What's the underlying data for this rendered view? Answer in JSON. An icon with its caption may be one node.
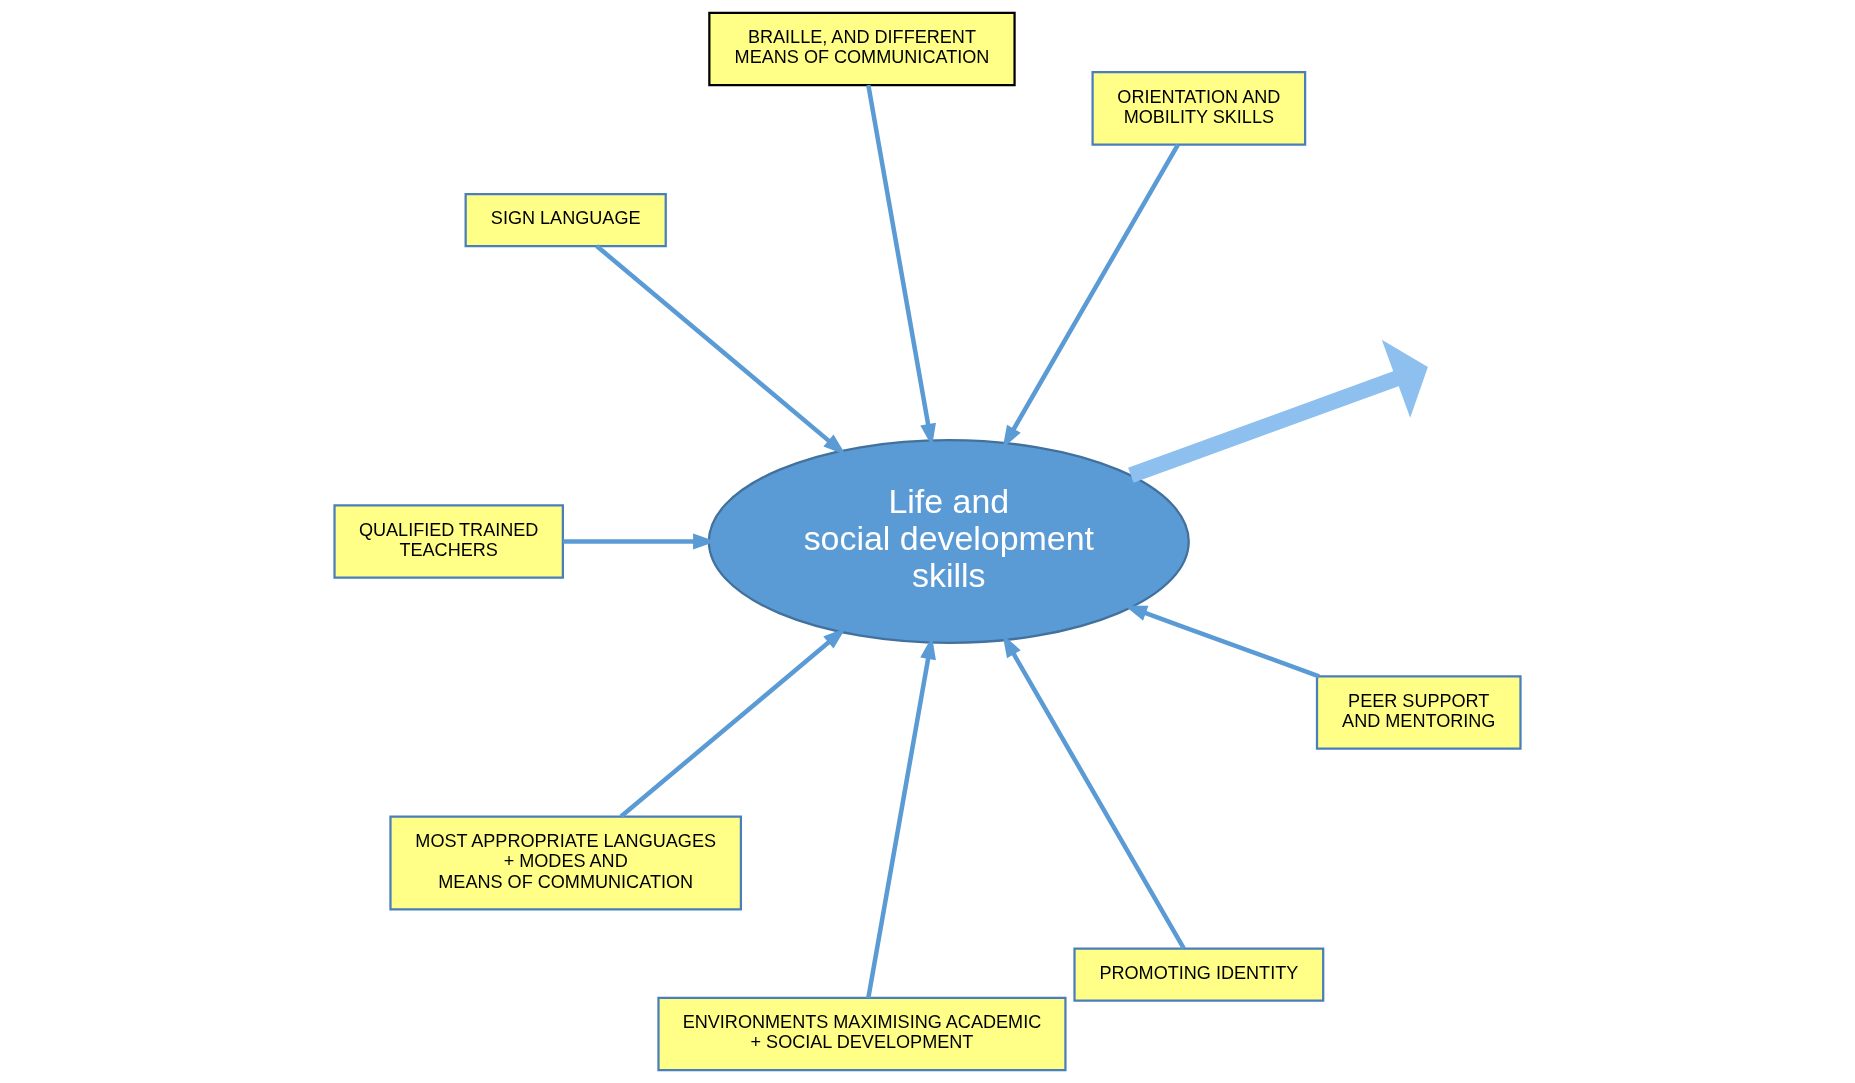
{
  "diagram": {
    "nodes": [
      {
        "text": [
          "Life and social development skills"
        ]
      },
      {
        "text": [
          "ORIENTATION AND MOBILITY SKILLS"
        ]
      },
      {
        "text": [
          "BRAILLE, AND DIFFERENT MEANS OF COMMUNICATION"
        ]
      },
      {
        "text": [
          "SIGN LANGUAGE"
        ]
      },
      {
        "text": [
          "QUALIFIED TRAINED TEACHERS"
        ]
      },
      {
        "text": [
          "MOST APPROPRIATE LANGUAGES + MODES AND MEANS OF COMMUNICATION"
        ]
      },
      {
        "text": [
          "ENVIRONMENTS MAXIMISING ACADEMIC + SOCIAL DEVELOPMENT"
        ]
      },
      {
        "text": [
          "PROMOTING IDENTITY"
        ]
      },
      {
        "text": [
          "PEER SUPPORT AND MENTORING"
        ]
      }
    ],
    "edges": [
      {
        "from": 0,
        "to": null,
        "arrow": "to",
        "style": "thick",
        "color": "#8dc0ee"
      },
      {
        "from": 8,
        "to": 0,
        "arrow": "to"
      },
      {
        "from": 1,
        "to": 0,
        "arrow": "to"
      },
      {
        "from": 7,
        "to": 0,
        "arrow": "to"
      },
      {
        "from": 2,
        "to": 0,
        "arrow": "to"
      },
      {
        "from": 6,
        "to": 0,
        "arrow": "to"
      },
      {
        "from": 3,
        "to": 0,
        "arrow": "to"
      },
      {
        "from": 4,
        "to": 0,
        "arrow": "to"
      },
      {
        "from": 5,
        "to": 0,
        "arrow": "to"
      }
    ]
  }
}
